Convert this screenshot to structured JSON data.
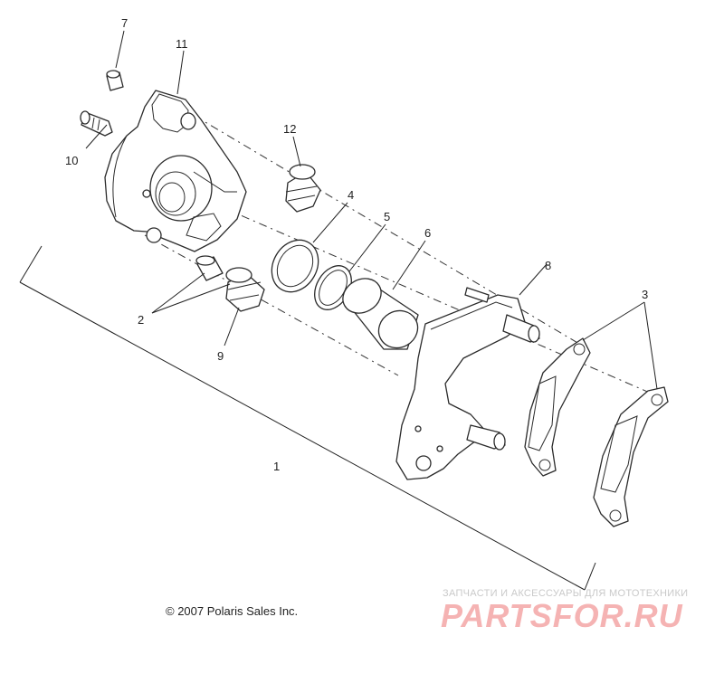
{
  "callouts": {
    "c1": "1",
    "c2": "2",
    "c3": "3",
    "c4": "4",
    "c5": "5",
    "c6": "6",
    "c7": "7",
    "c8": "8",
    "c9": "9",
    "c10": "10",
    "c11": "11",
    "c12": "12"
  },
  "footer": {
    "copyright": "© 2007 Polaris Sales Inc."
  },
  "watermark": {
    "tagline": "ЗАПЧАСТИ И АКСЕССУАРЫ ДЛЯ МОТОТЕХНИКИ",
    "logo": "PARTSFOR.RU"
  }
}
